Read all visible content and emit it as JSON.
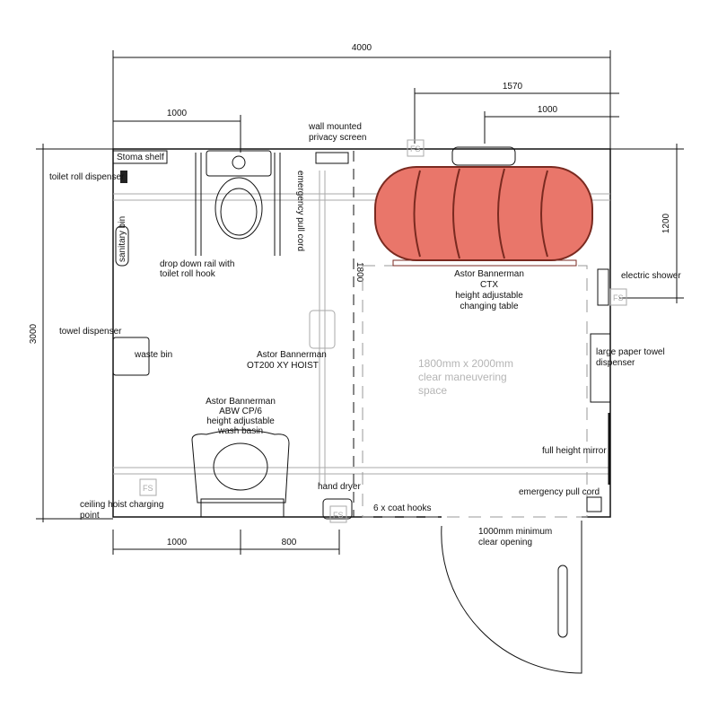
{
  "dimensions": {
    "overall_width": "4000",
    "overall_depth": "3000",
    "table_offset": "1570",
    "table_center": "1000",
    "toilet_offset": "1000",
    "shower_height": "1200",
    "hoist_track": "1800",
    "basin_offset": "1000",
    "dryer_offset": "800"
  },
  "labels": {
    "stoma_shelf": "Stoma shelf",
    "toilet_roll_dispenser": "toilet roll dispenser",
    "sanitary_bin": "sanitary bin",
    "drop_down_rail": [
      "drop down rail with",
      "toilet roll hook"
    ],
    "wall_privacy_screen": [
      "wall mounted",
      "privacy screen"
    ],
    "emergency_pull_cord_1": "emergency pull cord",
    "towel_dispenser": "towel dispenser",
    "waste_bin": "waste bin",
    "hoist": [
      "Astor Bannerman",
      "OT200 XY HOIST"
    ],
    "wash_basin": [
      "Astor Bannerman",
      "ABW CP/6",
      "height adjustable",
      "wash basin"
    ],
    "changing_table": [
      "Astor Bannerman",
      "CTX",
      "height adjustable",
      "changing table"
    ],
    "electric_shower": "electric shower",
    "paper_towel": [
      "large paper towel",
      "dispenser"
    ],
    "clear_space": [
      "1800mm x 2000mm",
      "clear maneuvering",
      "space"
    ],
    "mirror": "full height mirror",
    "emergency_pull_cord_2": "emergency pull cord",
    "coat_hooks": "6 x coat hooks",
    "hand_dryer": "hand dryer",
    "ceiling_hoist": [
      "ceiling hoist charging",
      "point"
    ],
    "door_opening": [
      "1000mm minimum",
      "clear opening"
    ],
    "fs": "FS"
  },
  "colors": {
    "table_fill": "#e9766a",
    "table_stroke": "#7a2a20"
  }
}
